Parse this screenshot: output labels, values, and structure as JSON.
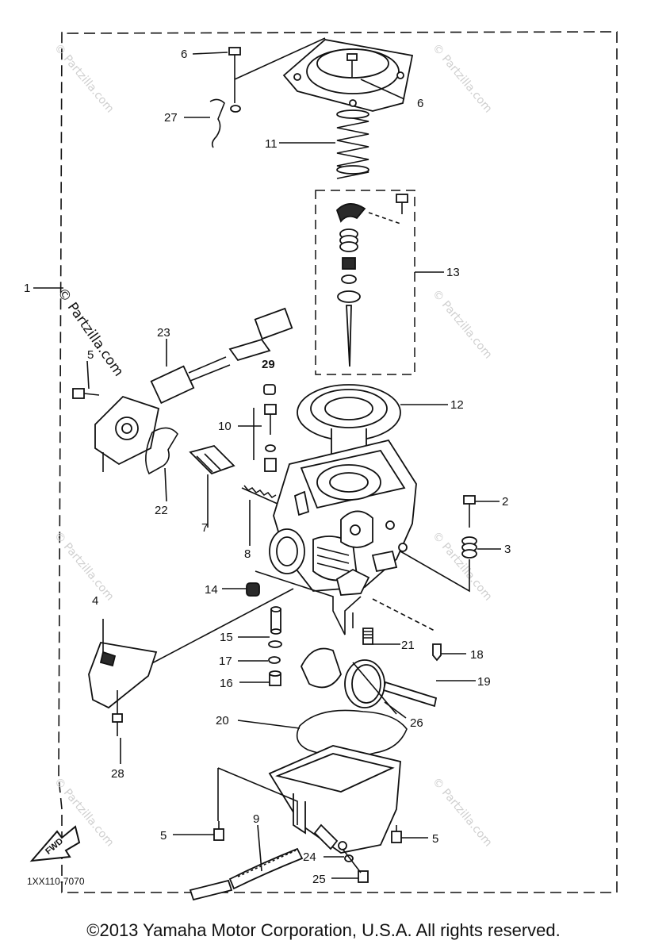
{
  "diagram": {
    "drawing_code": "1XX110-7070",
    "fwd_label": "FWD",
    "watermark": "© Partzilla.com",
    "labels": {
      "l1": "1",
      "l2": "2",
      "l3": "3",
      "l4": "4",
      "l5a": "5",
      "l5b": "5",
      "l5c": "5",
      "l6a": "6",
      "l6b": "6",
      "l7": "7",
      "l8": "8",
      "l9": "9",
      "l10": "10",
      "l11": "11",
      "l12": "12",
      "l13": "13",
      "l14": "14",
      "l15": "15",
      "l16": "16",
      "l17": "17",
      "l18": "18",
      "l19": "19",
      "l20": "20",
      "l21": "21",
      "l22": "22",
      "l23": "23",
      "l24": "24",
      "l25": "25",
      "l26": "26",
      "l27": "27",
      "l28": "28",
      "l29": "29"
    }
  },
  "footer": {
    "copyright": "©2013  Yamaha Motor Corporation, U.S.A. All rights reserved."
  }
}
